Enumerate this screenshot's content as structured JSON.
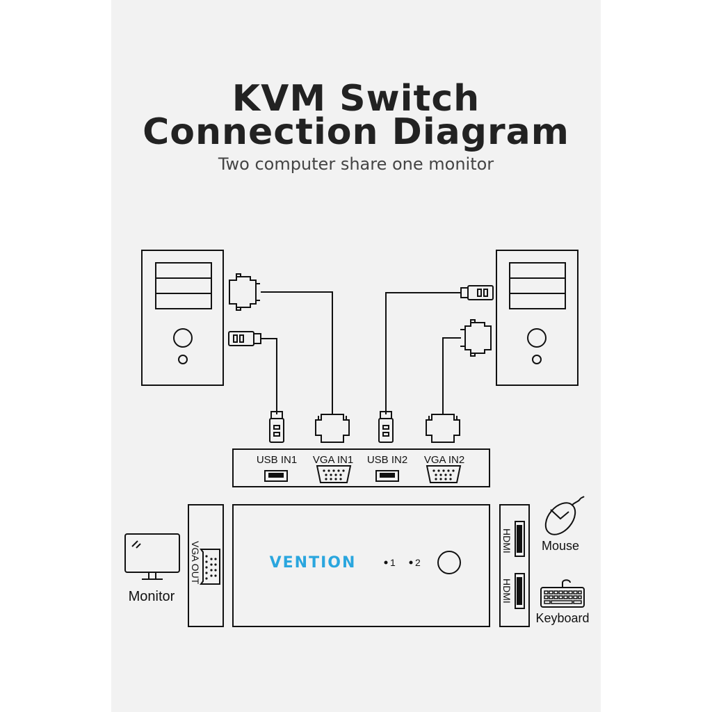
{
  "title_line1": "KVM Switch",
  "title_line2": "Connection Diagram",
  "subtitle": "Two computer share one monitor",
  "ports": {
    "usb_in1": "USB IN1",
    "vga_in1": "VGA IN1",
    "usb_in2": "USB IN2",
    "vga_in2": "VGA IN2",
    "vga_out": "VGA OUT",
    "hdmi_top": "HDMI",
    "hdmi_bottom": "HDMI"
  },
  "brand": "VENTION",
  "indicator_1": "1",
  "indicator_2": "2",
  "devices": {
    "monitor": "Monitor",
    "mouse": "Mouse",
    "keyboard": "Keyboard"
  },
  "colors": {
    "brand": "#2aa6de",
    "line": "#111111",
    "background": "#f2f2f2"
  },
  "icons": [
    "computer-tower-icon",
    "vga-plug-icon",
    "usb-plug-icon",
    "monitor-icon",
    "mouse-icon",
    "keyboard-icon",
    "vga-port-icon",
    "usb-port-icon",
    "hdmi-port-icon",
    "power-button-icon"
  ]
}
